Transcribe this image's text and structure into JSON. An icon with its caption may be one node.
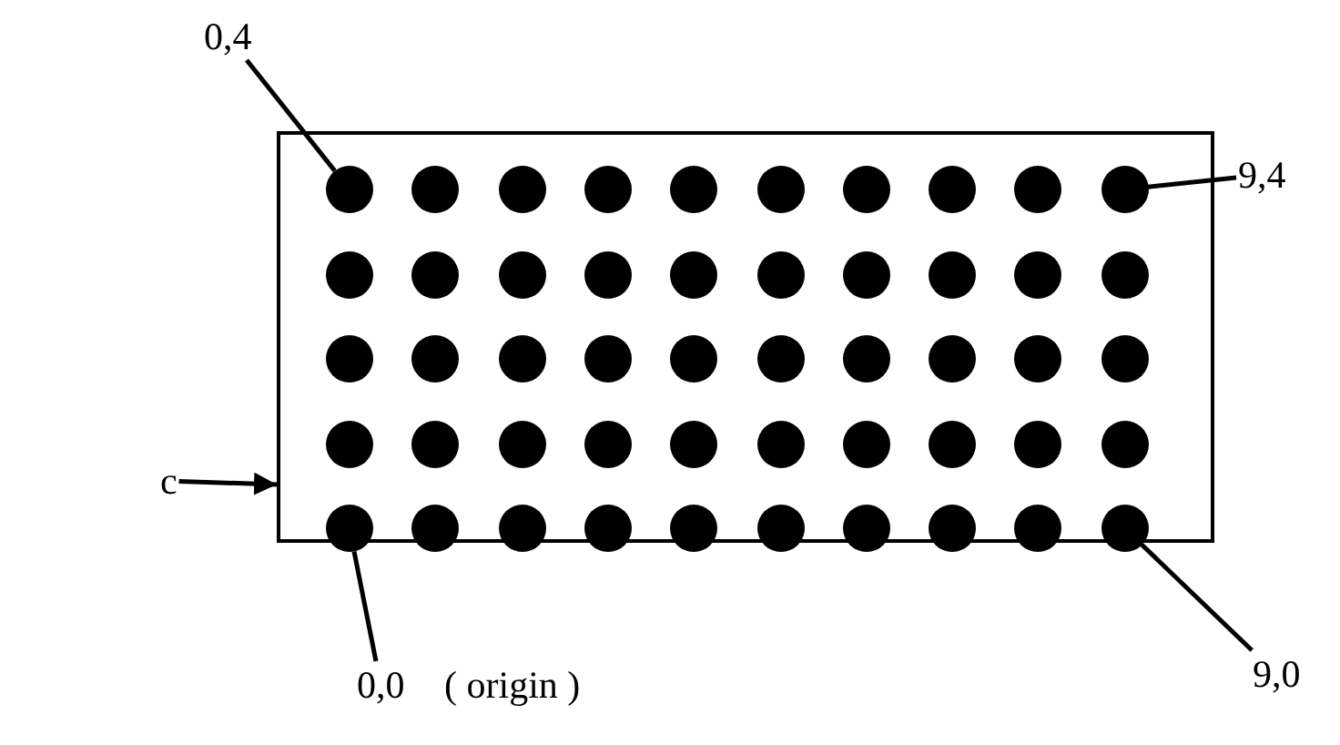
{
  "diagram": {
    "nodes": [
      {
        "text": [
          "0,4"
        ]
      },
      {
        "text": [],
        "shape": "box"
      },
      {
        "text": [],
        "shape": "circle",
        "in": 1
      },
      {
        "text": [],
        "shape": "circle",
        "in": 1
      },
      {
        "text": [],
        "shape": "circle",
        "in": 1
      },
      {
        "text": [],
        "shape": "circle",
        "in": 1
      },
      {
        "text": [],
        "shape": "circle",
        "in": 1
      },
      {
        "text": [],
        "shape": "circle",
        "in": 1
      },
      {
        "text": [],
        "shape": "circle",
        "in": 1
      },
      {
        "text": [],
        "shape": "circle",
        "in": 1
      },
      {
        "text": [],
        "shape": "circle",
        "in": 1
      },
      {
        "text": [],
        "shape": "circle",
        "in": 1
      },
      {
        "text": [],
        "shape": "circle",
        "in": 1
      },
      {
        "text": [],
        "shape": "circle",
        "in": 1
      },
      {
        "text": [],
        "shape": "circle",
        "in": 1
      },
      {
        "text": [],
        "shape": "circle",
        "in": 1
      },
      {
        "text": [],
        "shape": "circle",
        "in": 1
      },
      {
        "text": [],
        "shape": "circle",
        "in": 1
      },
      {
        "text": [],
        "shape": "circle",
        "in": 1
      },
      {
        "text": [],
        "shape": "circle",
        "in": 1
      },
      {
        "text": [],
        "shape": "circle",
        "in": 1
      },
      {
        "text": [],
        "shape": "circle",
        "in": 1
      },
      {
        "text": [],
        "shape": "circle",
        "in": 1
      },
      {
        "text": [],
        "shape": "circle",
        "in": 1
      },
      {
        "text": [],
        "shape": "circle",
        "in": 1
      },
      {
        "text": [],
        "shape": "circle",
        "in": 1
      },
      {
        "text": [],
        "shape": "circle",
        "in": 1
      },
      {
        "text": [],
        "shape": "circle",
        "in": 1
      },
      {
        "text": [],
        "shape": "circle",
        "in": 1
      },
      {
        "text": [],
        "shape": "circle",
        "in": 1
      },
      {
        "text": [],
        "shape": "circle",
        "in": 1
      },
      {
        "text": [],
        "shape": "circle",
        "in": 1
      },
      {
        "text": [],
        "shape": "circle",
        "in": 1
      },
      {
        "text": [],
        "shape": "circle",
        "in": 1
      },
      {
        "text": [],
        "shape": "circle",
        "in": 1
      },
      {
        "text": [],
        "shape": "circle",
        "in": 1
      },
      {
        "text": [],
        "shape": "circle",
        "in": 1
      },
      {
        "text": [],
        "shape": "circle",
        "in": 1
      },
      {
        "text": [],
        "shape": "circle",
        "in": 1
      },
      {
        "text": [],
        "shape": "circle",
        "in": 1
      },
      {
        "text": [],
        "shape": "circle",
        "in": 1
      },
      {
        "text": [],
        "shape": "circle",
        "in": 1
      },
      {
        "text": [],
        "shape": "circle",
        "in": 1
      },
      {
        "text": [],
        "shape": "circle",
        "in": 1
      },
      {
        "text": [],
        "shape": "circle",
        "in": 1
      },
      {
        "text": [],
        "shape": "circle",
        "in": 1
      },
      {
        "text": [],
        "shape": "circle",
        "in": 1
      },
      {
        "text": [],
        "shape": "circle",
        "in": 1
      },
      {
        "text": [],
        "shape": "circle",
        "in": 1
      },
      {
        "text": [],
        "shape": "circle",
        "in": 1
      },
      {
        "text": [],
        "shape": "circle",
        "in": 1
      },
      {
        "text": [],
        "shape": "circle",
        "in": 1
      },
      {
        "text": [
          "9,4"
        ]
      },
      {
        "text": [
          "c"
        ]
      },
      {
        "text": [
          "9,0"
        ]
      },
      {
        "text": [
          "0,0"
        ],
        "beside": [
          "( origin )"
        ]
      }
    ],
    "edges": [
      {
        "from": 0,
        "to": 2,
        "arrow": "none"
      },
      {
        "from": 52,
        "to": 11,
        "arrow": "none"
      },
      {
        "from": 53,
        "to": 1,
        "arrow": "to"
      },
      {
        "from": 55,
        "to": 42,
        "arrow": "none"
      },
      {
        "from": 54,
        "to": 51,
        "arrow": "none"
      }
    ]
  }
}
